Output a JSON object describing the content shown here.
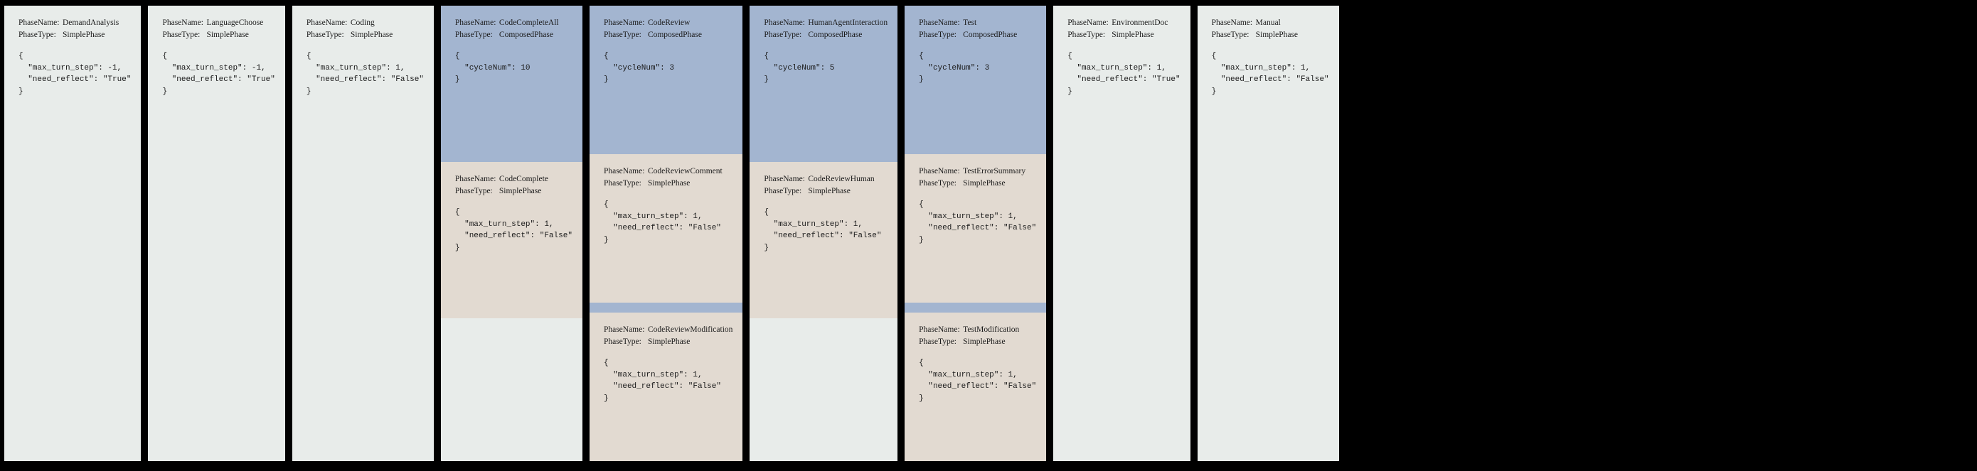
{
  "labels": {
    "phase_name": "PhaseName:",
    "phase_type": "PhaseType:"
  },
  "colors": {
    "background": "#000000",
    "simple_panel": "#e8ecea",
    "composed_panel": "#a3b5d0",
    "sub_panel": "#e2dad1",
    "text": "#1b1b1b"
  },
  "columns": [
    {
      "id": "col-demand-analysis",
      "kind": "simple",
      "head": {
        "name": "DemandAnalysis",
        "type": "SimplePhase",
        "config": "{\n  \"max_turn_step\": -1,\n  \"need_reflect\": \"True\"\n}"
      },
      "children": []
    },
    {
      "id": "col-language-choose",
      "kind": "simple",
      "head": {
        "name": "LanguageChoose",
        "type": "SimplePhase",
        "config": "{\n  \"max_turn_step\": -1,\n  \"need_reflect\": \"True\"\n}"
      },
      "children": []
    },
    {
      "id": "col-coding",
      "kind": "simple",
      "head": {
        "name": "Coding",
        "type": "SimplePhase",
        "config": "{\n  \"max_turn_step\": 1,\n  \"need_reflect\": \"False\"\n}"
      },
      "children": []
    },
    {
      "id": "col-code-complete-all",
      "kind": "composed",
      "head": {
        "name": "CodeCompleteAll",
        "type": "ComposedPhase",
        "config": "{\n  \"cycleNum\": 10\n}"
      },
      "children": [
        {
          "name": "CodeComplete",
          "type": "SimplePhase",
          "config": "{\n  \"max_turn_step\": 1,\n  \"need_reflect\": \"False\"\n}"
        }
      ]
    },
    {
      "id": "col-code-review",
      "kind": "composed",
      "head": {
        "name": "CodeReview",
        "type": "ComposedPhase",
        "config": "{\n  \"cycleNum\": 3\n}"
      },
      "children": [
        {
          "name": "CodeReviewComment",
          "type": "SimplePhase",
          "config": "{\n  \"max_turn_step\": 1,\n  \"need_reflect\": \"False\"\n}"
        },
        {
          "name": "CodeReviewModification",
          "type": "SimplePhase",
          "config": "{\n  \"max_turn_step\": 1,\n  \"need_reflect\": \"False\"\n}"
        }
      ]
    },
    {
      "id": "col-human-agent-interaction",
      "kind": "composed",
      "head": {
        "name": "HumanAgentInteraction",
        "type": "ComposedPhase",
        "config": "{\n  \"cycleNum\": 5\n}"
      },
      "children": [
        {
          "name": "CodeReviewHuman",
          "type": "SimplePhase",
          "config": "{\n  \"max_turn_step\": 1,\n  \"need_reflect\": \"False\"\n}"
        }
      ]
    },
    {
      "id": "col-test",
      "kind": "composed",
      "head": {
        "name": "Test",
        "type": "ComposedPhase",
        "config": "{\n  \"cycleNum\": 3\n}"
      },
      "children": [
        {
          "name": "TestErrorSummary",
          "type": "SimplePhase",
          "config": "{\n  \"max_turn_step\": 1,\n  \"need_reflect\": \"False\"\n}"
        },
        {
          "name": "TestModification",
          "type": "SimplePhase",
          "config": "{\n  \"max_turn_step\": 1,\n  \"need_reflect\": \"False\"\n}"
        }
      ]
    },
    {
      "id": "col-environment-doc",
      "kind": "simple",
      "head": {
        "name": "EnvironmentDoc",
        "type": "SimplePhase",
        "config": "{\n  \"max_turn_step\": 1,\n  \"need_reflect\": \"True\"\n}"
      },
      "children": []
    },
    {
      "id": "col-manual",
      "kind": "simple",
      "head": {
        "name": "Manual",
        "type": "SimplePhase",
        "config": "{\n  \"max_turn_step\": 1,\n  \"need_reflect\": \"False\"\n}"
      },
      "children": []
    }
  ]
}
